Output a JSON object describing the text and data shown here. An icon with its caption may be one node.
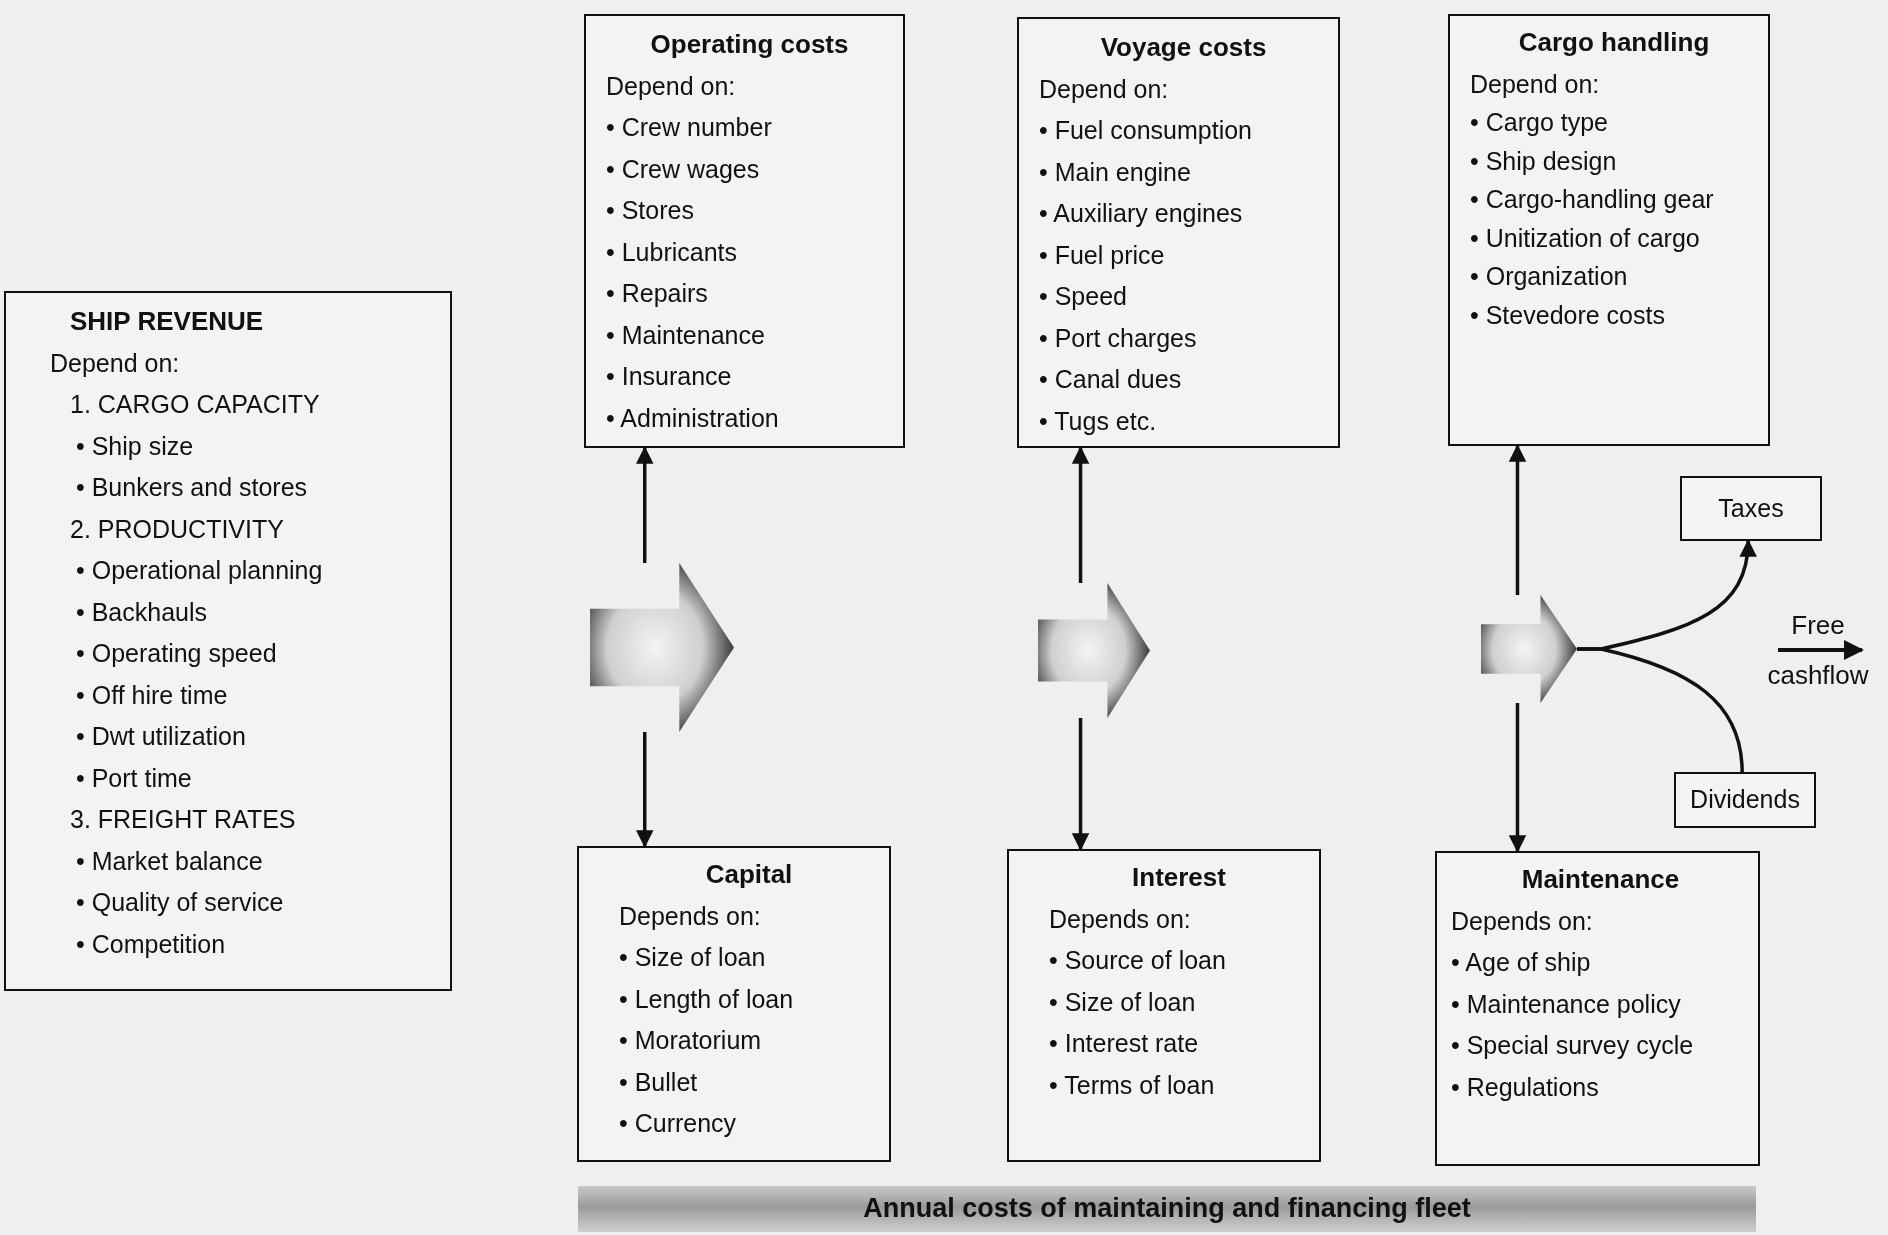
{
  "diagram": {
    "nodes": [
      {
        "text": [
          "SHIP REVENUE",
          "Depend on:",
          "1. CARGO CAPACITY",
          "• Ship size",
          "• Bunkers and stores",
          "2. PRODUCTIVITY",
          "• Operational planning",
          "• Backhauls",
          "• Operating speed",
          "• Off hire time",
          "• Dwt utilization",
          "• Port time",
          "3. FREIGHT RATES",
          "• Market balance",
          "• Quality of service",
          "• Competition"
        ]
      },
      {
        "text": [
          "Operating costs",
          "Depend on:",
          "• Crew number",
          "• Crew wages",
          "• Stores",
          "• Lubricants",
          "• Repairs",
          "• Maintenance",
          "• Insurance",
          "• Administration"
        ]
      },
      {
        "text": [
          "Voyage costs",
          "Depend on:",
          "• Fuel consumption",
          "• Main engine",
          "• Auxiliary engines",
          "• Fuel price",
          "• Speed",
          "• Port charges",
          "• Canal dues",
          "• Tugs etc."
        ]
      },
      {
        "text": [
          "Cargo handling",
          "Depend on:",
          "• Cargo type",
          "• Ship design",
          "• Cargo-handling gear",
          "• Unitization of cargo",
          "• Organization",
          "• Stevedore costs"
        ]
      },
      {
        "text": [],
        "shape": "arrow"
      },
      {
        "text": [],
        "shape": "arrow"
      },
      {
        "text": [],
        "shape": "arrow"
      },
      {
        "text": [
          "Taxes"
        ]
      },
      {
        "text": [
          "Dividends"
        ]
      },
      {
        "text": [
          "Capital",
          "Depends on:",
          "• Size of loan",
          "• Length of loan",
          "• Moratorium",
          "• Bullet",
          "• Currency"
        ]
      },
      {
        "text": [
          "Interest",
          "Depends on:",
          "• Source of loan",
          "• Size of loan",
          "• Interest rate",
          "• Terms of loan"
        ]
      },
      {
        "text": [
          "Maintenance",
          "Depends on:",
          "• Age of ship",
          "• Maintenance policy",
          "• Special survey cycle",
          "• Regulations"
        ]
      },
      {
        "text": [
          "Annual costs of maintaining and financing fleet"
        ]
      }
    ],
    "edges": [
      {
        "from": 4,
        "to": 1,
        "arrow": "to"
      },
      {
        "from": 4,
        "to": 9,
        "arrow": "to"
      },
      {
        "from": 5,
        "to": 2,
        "arrow": "to"
      },
      {
        "from": 5,
        "to": 10,
        "arrow": "to"
      },
      {
        "from": 6,
        "to": 3,
        "arrow": "to"
      },
      {
        "from": 6,
        "to": 11,
        "arrow": "to"
      },
      {
        "from": 6,
        "to": 7,
        "arrow": "to"
      },
      {
        "from": 6,
        "to": 8,
        "arrow": "none"
      }
    ],
    "labels": [
      "Free cashflow"
    ]
  }
}
